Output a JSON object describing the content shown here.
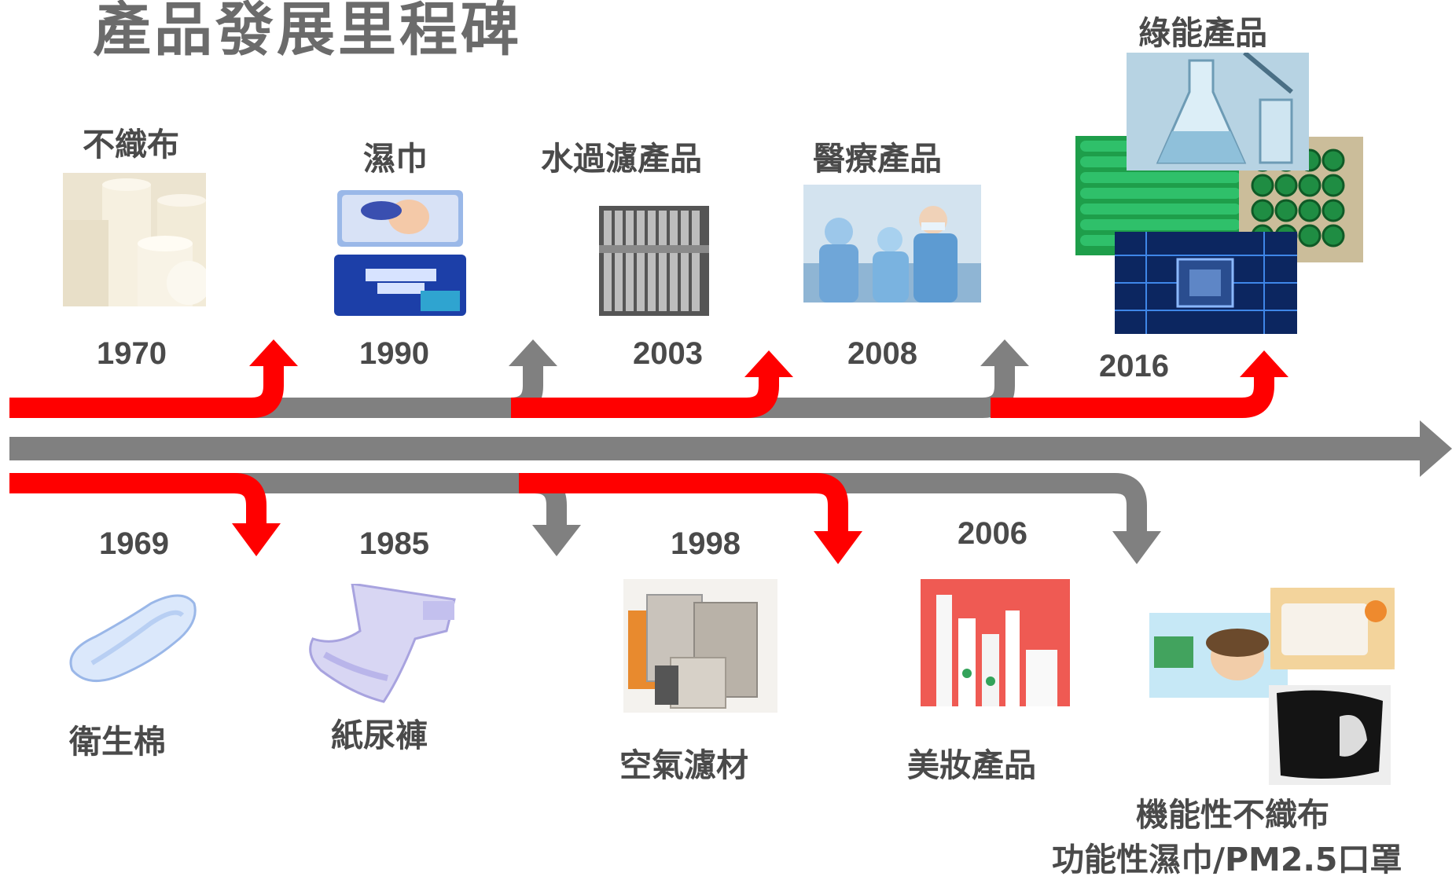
{
  "title": "產品發展里程碑",
  "top_milestones": [
    {
      "year": "1970",
      "label": "不織布",
      "icon": "paper-rolls"
    },
    {
      "year": "1990",
      "label": "濕巾",
      "icon": "wet-wipes-packs"
    },
    {
      "year": "2003",
      "label": "水過濾產品",
      "icon": "water-filter-module"
    },
    {
      "year": "2008",
      "label": "醫療產品",
      "icon": "surgeons"
    },
    {
      "year": "2016",
      "label": "綠能產品",
      "icon": "batteries-lab-chip"
    }
  ],
  "bottom_milestones": [
    {
      "year": "1969",
      "label": "衛生棉",
      "icon": "sanitary-pad"
    },
    {
      "year": "1985",
      "label": "紙尿褲",
      "icon": "diaper"
    },
    {
      "year": "1998",
      "label": "空氣濾材",
      "icon": "air-filters"
    },
    {
      "year": "2006",
      "label": "美妝產品",
      "icon": "cosmetic-bottles"
    },
    {
      "year": "",
      "label": "機能性不織布",
      "label2": "功能性濕巾/PM2.5口罩",
      "icon": "wipes-and-mask"
    }
  ],
  "colors": {
    "red": "#ff0000",
    "gray": "#808080",
    "title": "#6b6b6b",
    "text": "#4a4a4a"
  }
}
